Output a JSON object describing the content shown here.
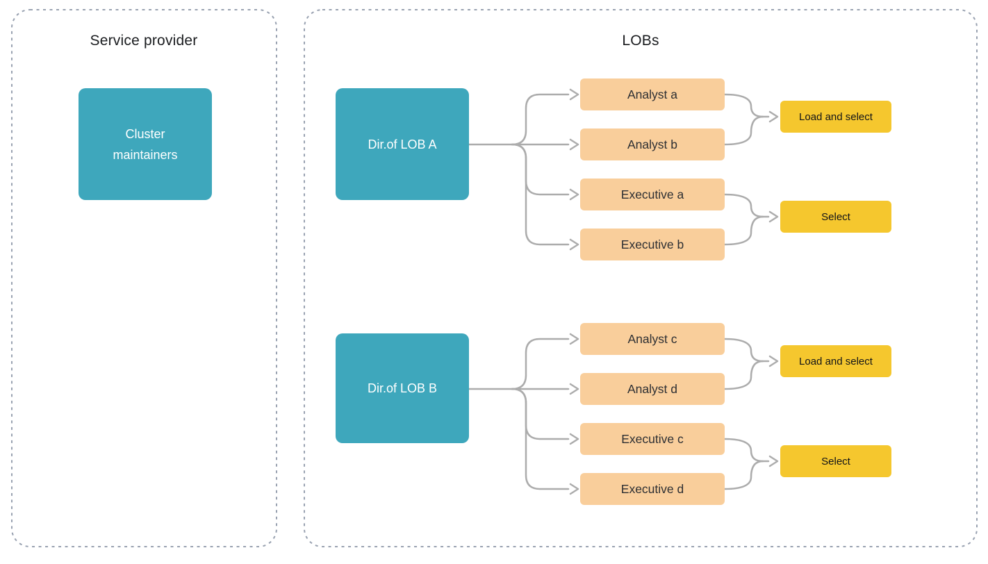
{
  "panels": {
    "service_provider": {
      "title": "Service provider",
      "nodes": [
        {
          "id": "cluster_maintainers",
          "label": "Cluster maintainers"
        }
      ]
    },
    "lobs": {
      "title": "LOBs",
      "groups": [
        {
          "director": "Dir.of LOB A",
          "members": [
            "Analyst a",
            "Analyst b",
            "Executive a",
            "Executive b"
          ],
          "outputs": [
            "Load and select",
            "Select"
          ]
        },
        {
          "director": "Dir.of LOB B",
          "members": [
            "Analyst c",
            "Analyst d",
            "Executive c",
            "Executive d"
          ],
          "outputs": [
            "Load and select",
            "Select"
          ]
        }
      ]
    }
  },
  "edges": [
    {
      "from": "dir_a",
      "to": "analyst_a"
    },
    {
      "from": "dir_a",
      "to": "analyst_b"
    },
    {
      "from": "dir_a",
      "to": "executive_a"
    },
    {
      "from": "dir_a",
      "to": "executive_b"
    },
    {
      "from": "analyst_a",
      "to": "load_select_a"
    },
    {
      "from": "analyst_b",
      "to": "load_select_a"
    },
    {
      "from": "executive_a",
      "to": "select_a"
    },
    {
      "from": "executive_b",
      "to": "select_a"
    },
    {
      "from": "dir_b",
      "to": "analyst_c"
    },
    {
      "from": "dir_b",
      "to": "analyst_d"
    },
    {
      "from": "dir_b",
      "to": "executive_c"
    },
    {
      "from": "dir_b",
      "to": "executive_d"
    },
    {
      "from": "analyst_c",
      "to": "load_select_b"
    },
    {
      "from": "analyst_d",
      "to": "load_select_b"
    },
    {
      "from": "executive_c",
      "to": "select_b"
    },
    {
      "from": "executive_d",
      "to": "select_b"
    }
  ],
  "colors": {
    "teal": "#3EA7BC",
    "orange": "#F9CE9B",
    "yellow": "#F5C72E",
    "connector": "#ACACAC",
    "dashed_border": "#98A1B0",
    "title_text": "#1A1C1F"
  }
}
